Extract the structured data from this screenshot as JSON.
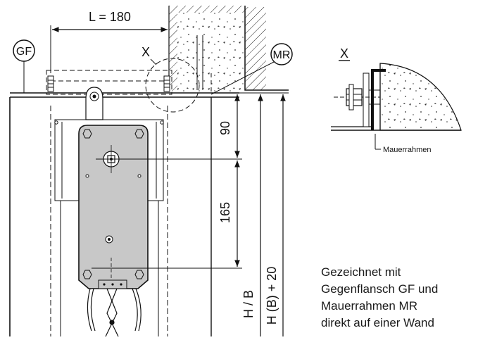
{
  "labels": {
    "dim_length": "L = 180",
    "gf": "GF",
    "mr": "MR",
    "detail_x": "X",
    "detail_title": "X",
    "wall_frame": "Mauerrahmen",
    "dim_90": "90",
    "dim_165": "165",
    "dim_hb": "H / B",
    "dim_hb20": "H (B) + 20"
  },
  "caption": [
    "Gezeichnet mit",
    "Gegenflansch GF und",
    "Mauerrahmen MR",
    "direkt auf einer Wand"
  ],
  "colors": {
    "line": "#111111",
    "actuator_fill": "#c8c8c8",
    "hatch": "#222222"
  }
}
